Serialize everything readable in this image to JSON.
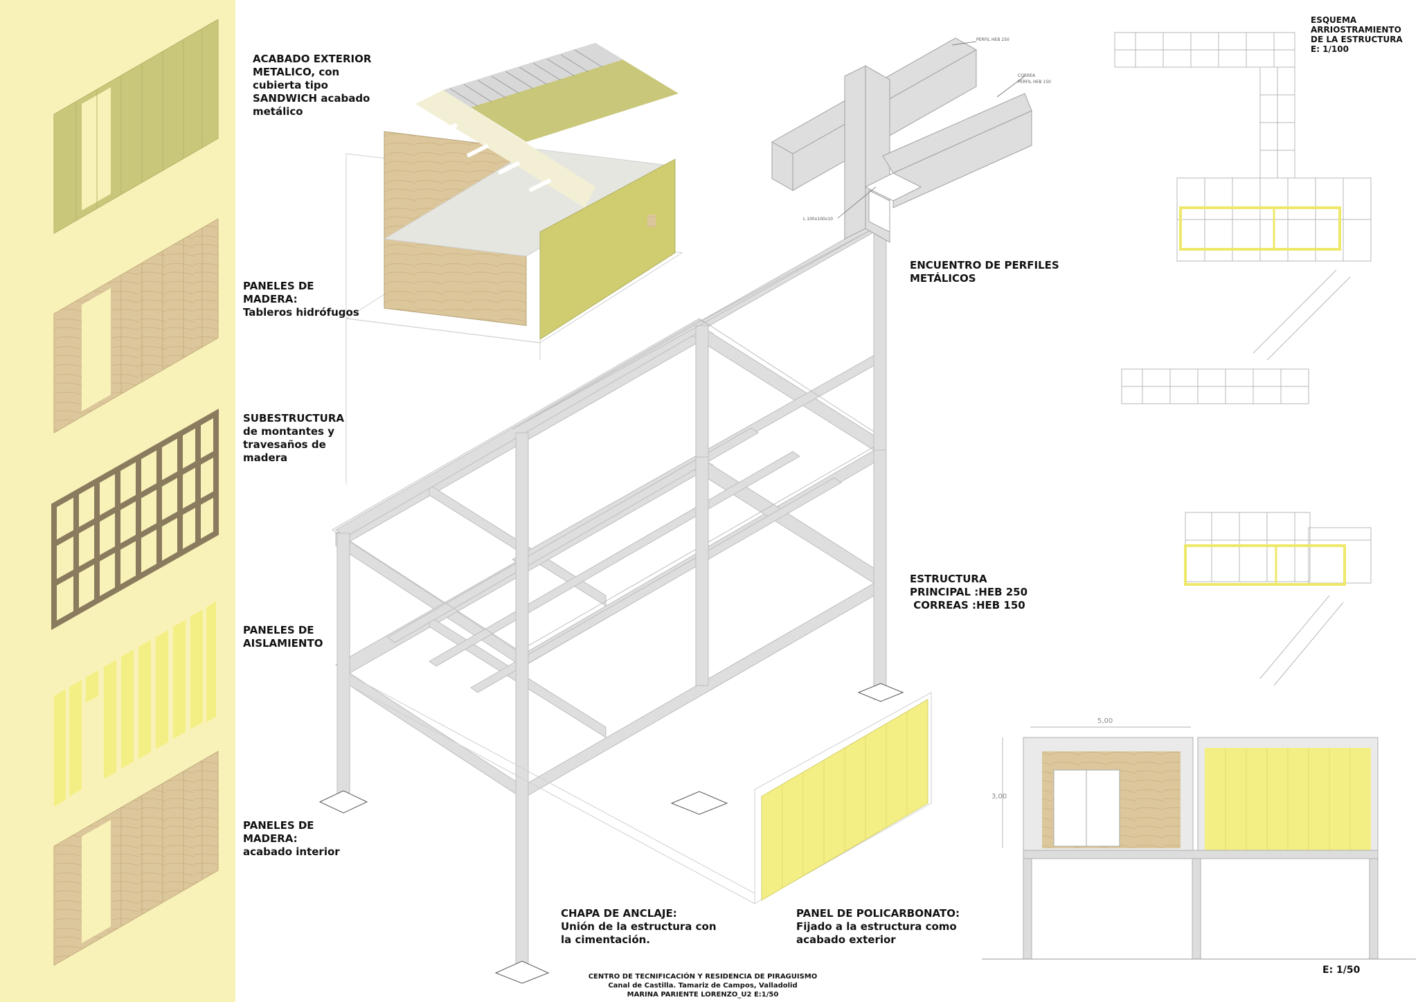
{
  "colors": {
    "sidebar": "#f8f2b8",
    "metal_panel": "#c9c77a",
    "wood": "#dcc79c",
    "frame": "#8a7b5e",
    "insulation": "#f4ef84",
    "steel": "#dedede",
    "highlight": "#eee86a"
  },
  "labels": {
    "acabado": [
      "ACABADO EXTERIOR",
      "METALICO, con",
      "cubierta tipo",
      "SANDWICH acabado",
      "metálico"
    ],
    "paneles_madera_1": [
      "PANELES DE",
      "MADERA:",
      "Tableros hidrófugos"
    ],
    "subestructura": [
      "SUBESTRUCTURA",
      "de montantes y",
      "travesaños de",
      "madera"
    ],
    "aislamiento": [
      "PANELES DE",
      "AISLAMIENTO"
    ],
    "paneles_madera_2": [
      "PANELES DE",
      "MADERA:",
      "acabado interior"
    ],
    "encuentro": [
      "ENCUENTRO DE PERFILES",
      "METÁLICOS"
    ],
    "estructura": [
      "ESTRUCTURA",
      "PRINCIPAL :HEB 250",
      " CORREAS :HEB 150"
    ],
    "chapa": [
      "CHAPA DE ANCLAJE:",
      "Unión de la estructura con",
      "la cimentación."
    ],
    "panel_policarbonato": [
      "PANEL DE POLICARBONATO:",
      "Fijado a la estructura como",
      "acabado exterior"
    ],
    "esquema": [
      "ESQUEMA",
      "ARRIOSTRAMIENTO",
      "DE LA ESTRUCTURA",
      "E: 1/100"
    ],
    "scale_elevation": "E: 1/50"
  },
  "detail_tags": {
    "perfil_heb250": "PERFIL HEB 250",
    "correa": "CORREA",
    "perfil_heb150": "PERFIL HEB 150",
    "angle": "L 100x100x10"
  },
  "dimensions": {
    "width": "5,00",
    "height": "3,00"
  },
  "footer": [
    "CENTRO  DE  TECNIFICACIÓN  Y RESIDENCIA DE PIRAGUISMO",
    "Canal  de Castilla. Tamariz de Campos, Valladolid",
    "MARINA PARIENTE LORENZO_U2  E:1/50"
  ]
}
